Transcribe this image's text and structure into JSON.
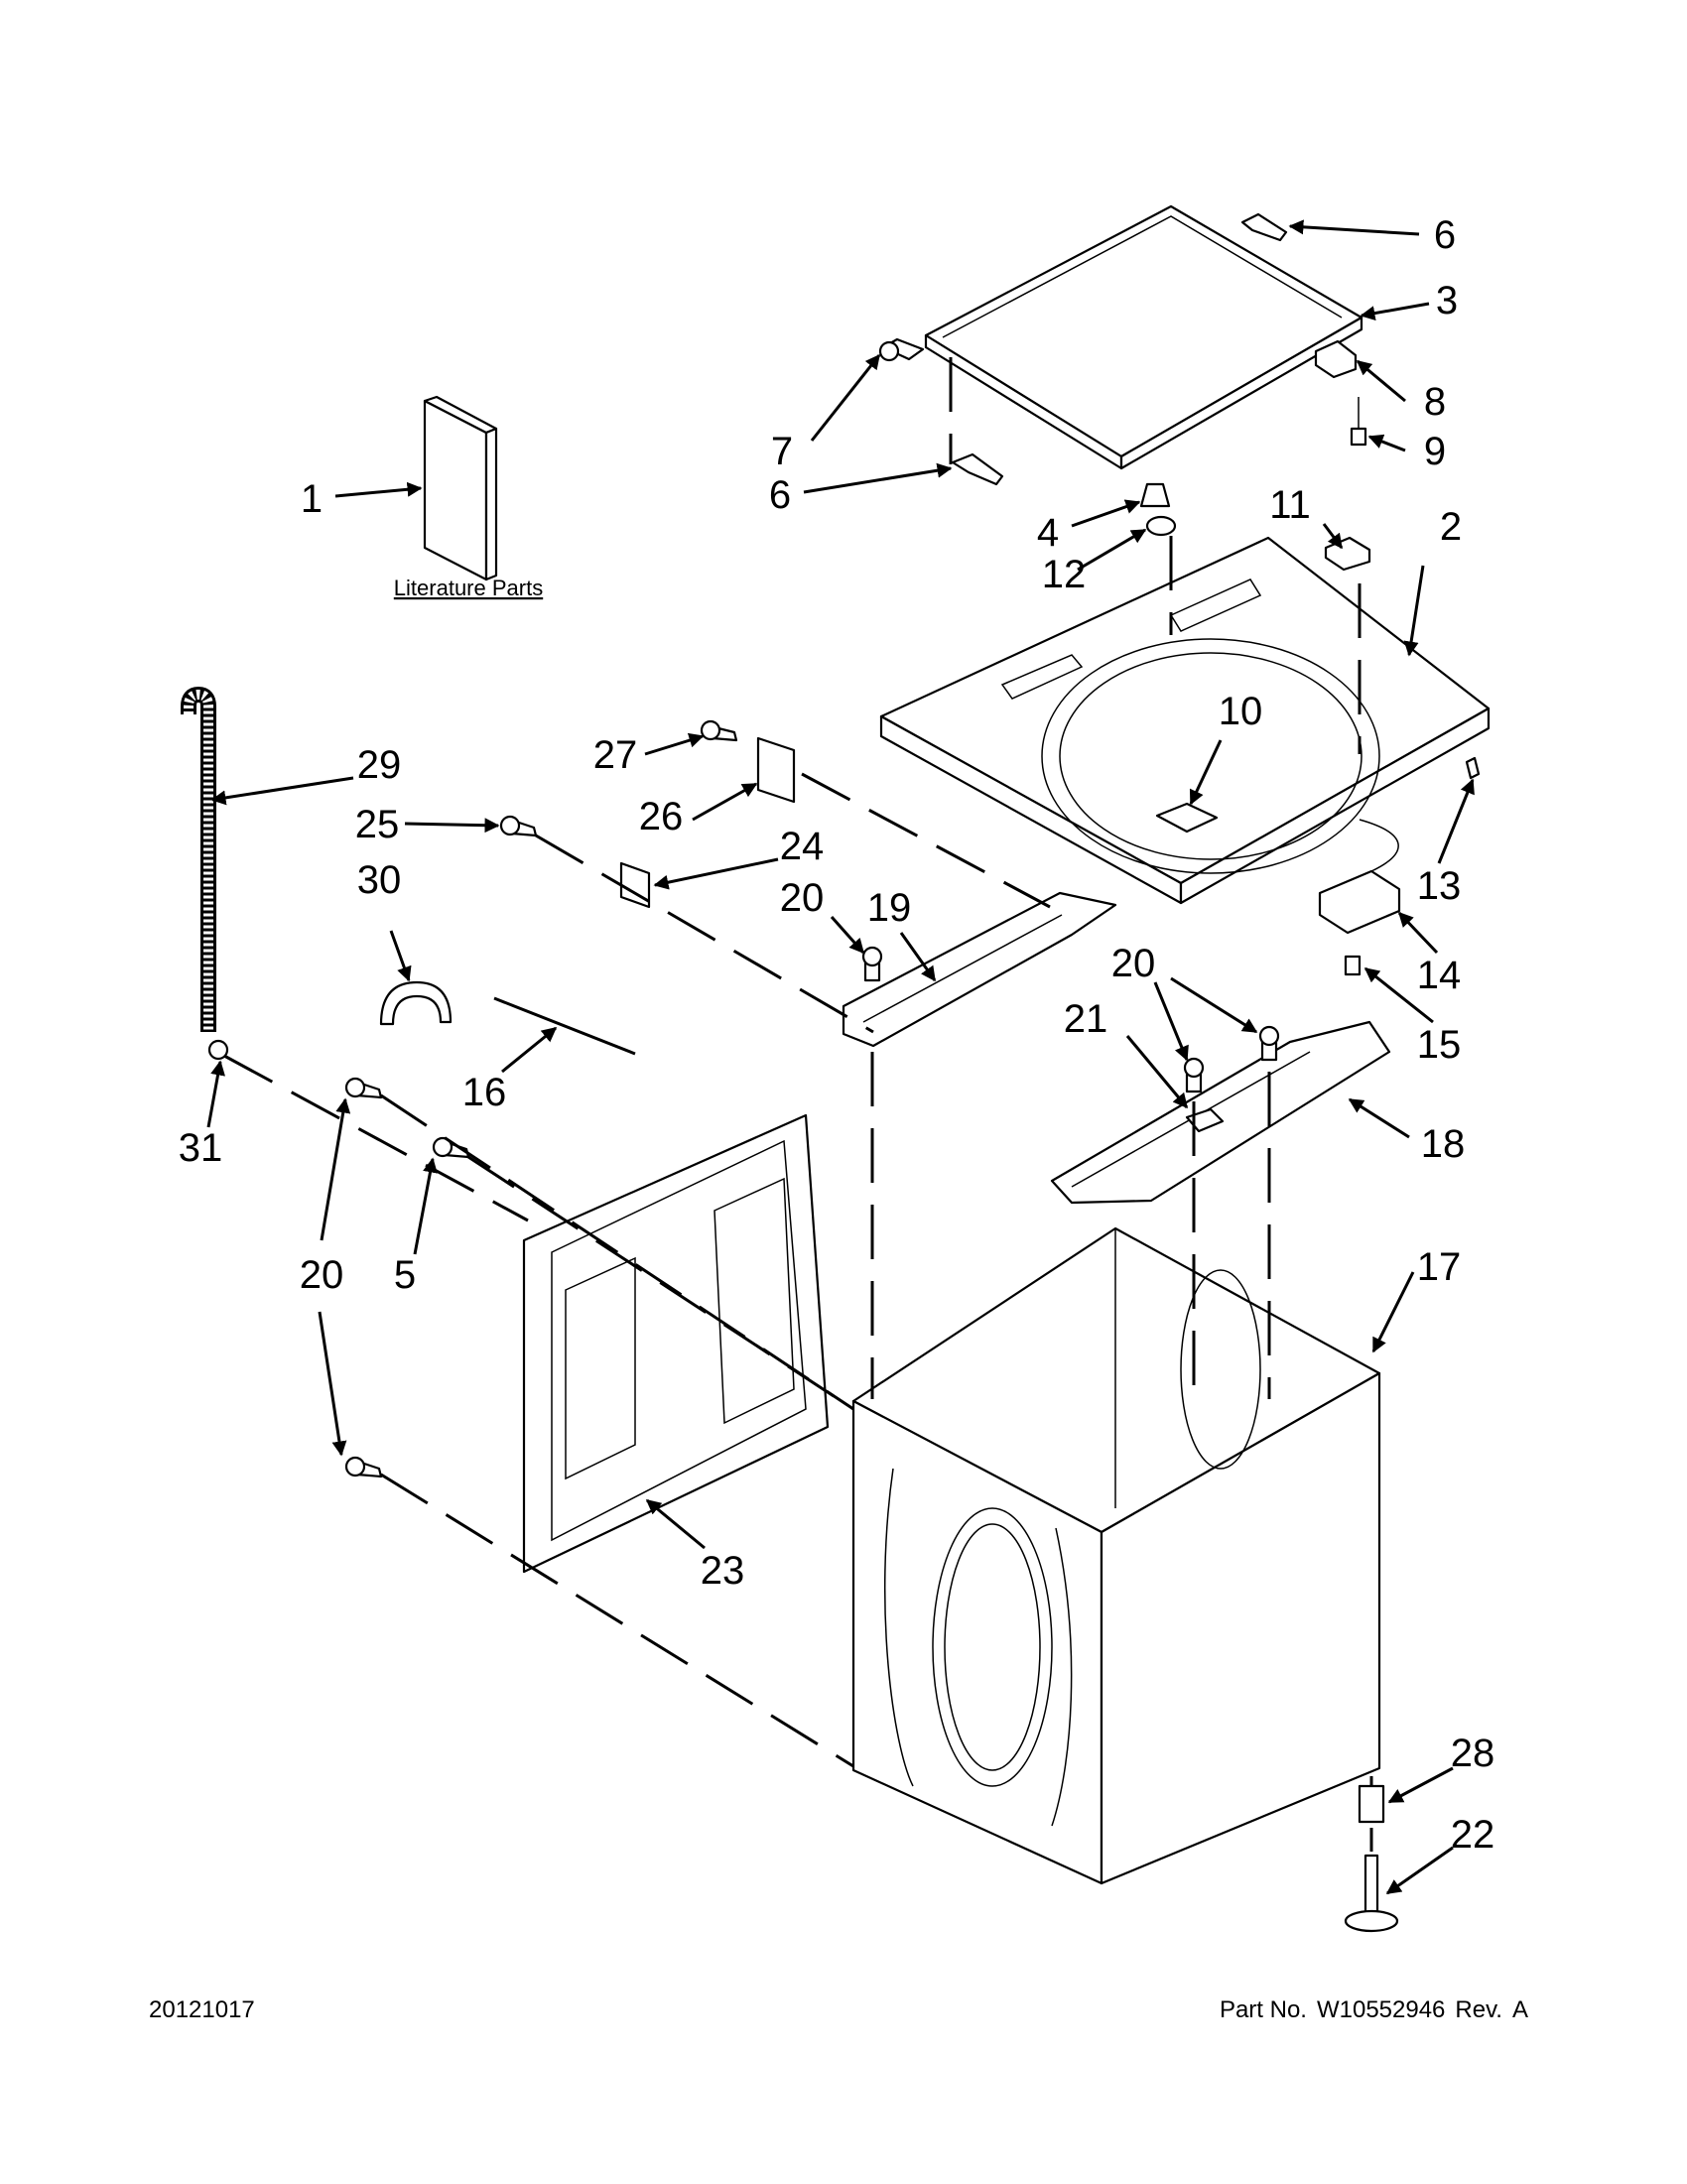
{
  "literature_label": "Literature Parts",
  "footer": {
    "date_code": "20121017",
    "part_no_label": "Part No.",
    "part_no": "W10552946",
    "rev_label": "Rev.",
    "rev": "A"
  },
  "callouts": [
    {
      "id": "c6a",
      "label": "6"
    },
    {
      "id": "c3",
      "label": "3"
    },
    {
      "id": "c8",
      "label": "8"
    },
    {
      "id": "c9",
      "label": "9"
    },
    {
      "id": "c7",
      "label": "7"
    },
    {
      "id": "c6b",
      "label": "6"
    },
    {
      "id": "c1",
      "label": "1"
    },
    {
      "id": "c4",
      "label": "4"
    },
    {
      "id": "c12",
      "label": "12"
    },
    {
      "id": "c11",
      "label": "11"
    },
    {
      "id": "c2",
      "label": "2"
    },
    {
      "id": "c10",
      "label": "10"
    },
    {
      "id": "c13",
      "label": "13"
    },
    {
      "id": "c14",
      "label": "14"
    },
    {
      "id": "c15",
      "label": "15"
    },
    {
      "id": "c29",
      "label": "29"
    },
    {
      "id": "c27",
      "label": "27"
    },
    {
      "id": "c26",
      "label": "26"
    },
    {
      "id": "c25",
      "label": "25"
    },
    {
      "id": "c24",
      "label": "24"
    },
    {
      "id": "c30",
      "label": "30"
    },
    {
      "id": "c20a",
      "label": "20"
    },
    {
      "id": "c19",
      "label": "19"
    },
    {
      "id": "c20b",
      "label": "20"
    },
    {
      "id": "c21",
      "label": "21"
    },
    {
      "id": "c18",
      "label": "18"
    },
    {
      "id": "c16",
      "label": "16"
    },
    {
      "id": "c31",
      "label": "31"
    },
    {
      "id": "c20c",
      "label": "20"
    },
    {
      "id": "c5",
      "label": "5"
    },
    {
      "id": "c17",
      "label": "17"
    },
    {
      "id": "c23",
      "label": "23"
    },
    {
      "id": "c28",
      "label": "28"
    },
    {
      "id": "c22",
      "label": "22"
    }
  ]
}
